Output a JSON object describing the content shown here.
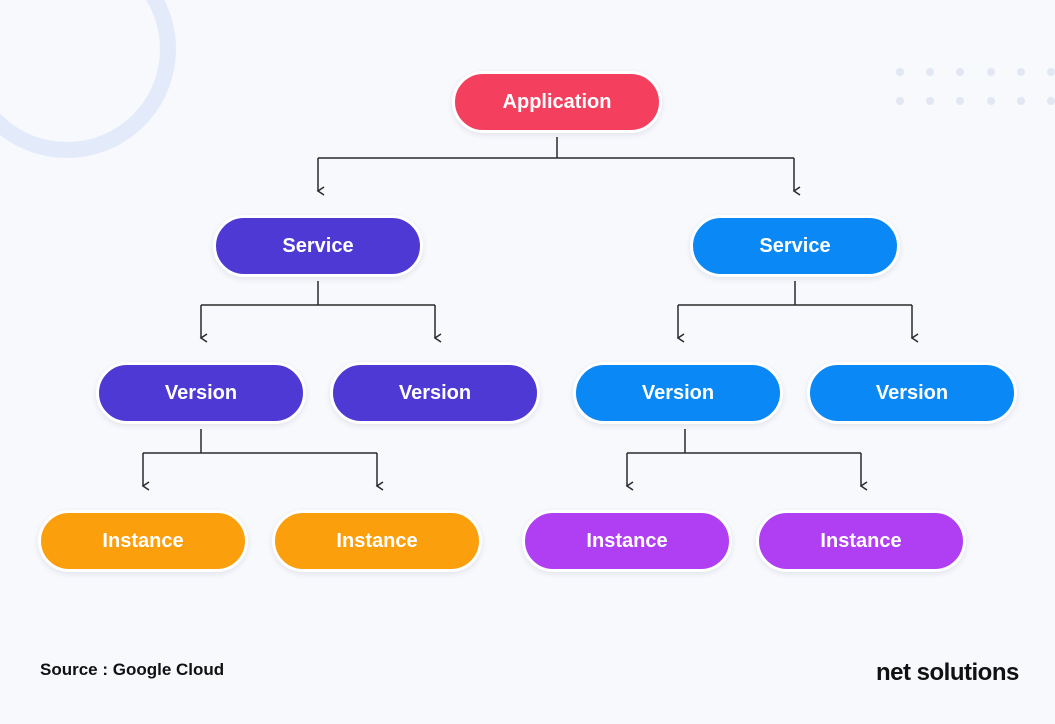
{
  "colors": {
    "application": "#f43f5e",
    "service_left": "#4f39d4",
    "service_right": "#0a88f5",
    "version_left": "#4f39d4",
    "version_right": "#0a88f5",
    "instance_left": "#fb9f0d",
    "instance_right": "#b03ef2",
    "connector": "#2b2b2b"
  },
  "diagram": {
    "root": "Application",
    "services": [
      {
        "label": "Service",
        "versions": [
          {
            "label": "Version",
            "instances": [
              "Instance",
              "Instance"
            ]
          },
          {
            "label": "Version",
            "instances": []
          }
        ]
      },
      {
        "label": "Service",
        "versions": [
          {
            "label": "Version",
            "instances": [
              "Instance",
              "Instance"
            ]
          },
          {
            "label": "Version",
            "instances": []
          }
        ]
      }
    ]
  },
  "footer": {
    "source": "Source : Google Cloud",
    "brand": "net solutions"
  }
}
